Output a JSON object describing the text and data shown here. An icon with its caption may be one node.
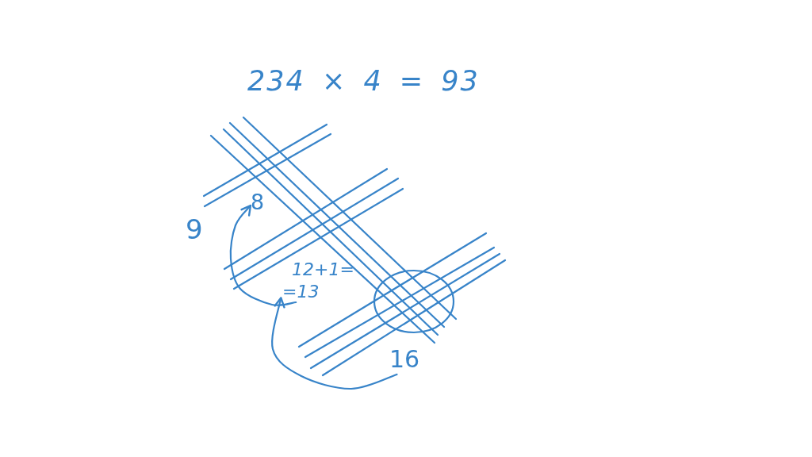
{
  "diagram": {
    "title": "234 × 4 = 93",
    "nodes": [
      {
        "text": [
          "8"
        ]
      },
      {
        "text": [
          "12+1= =13"
        ]
      },
      {
        "text": [
          "16"
        ]
      }
    ],
    "edges": [
      {
        "from": 2,
        "to": 1,
        "arrow": "to"
      },
      {
        "from": 1,
        "to": 0,
        "arrow": "to"
      }
    ],
    "labels": [
      "9"
    ]
  }
}
